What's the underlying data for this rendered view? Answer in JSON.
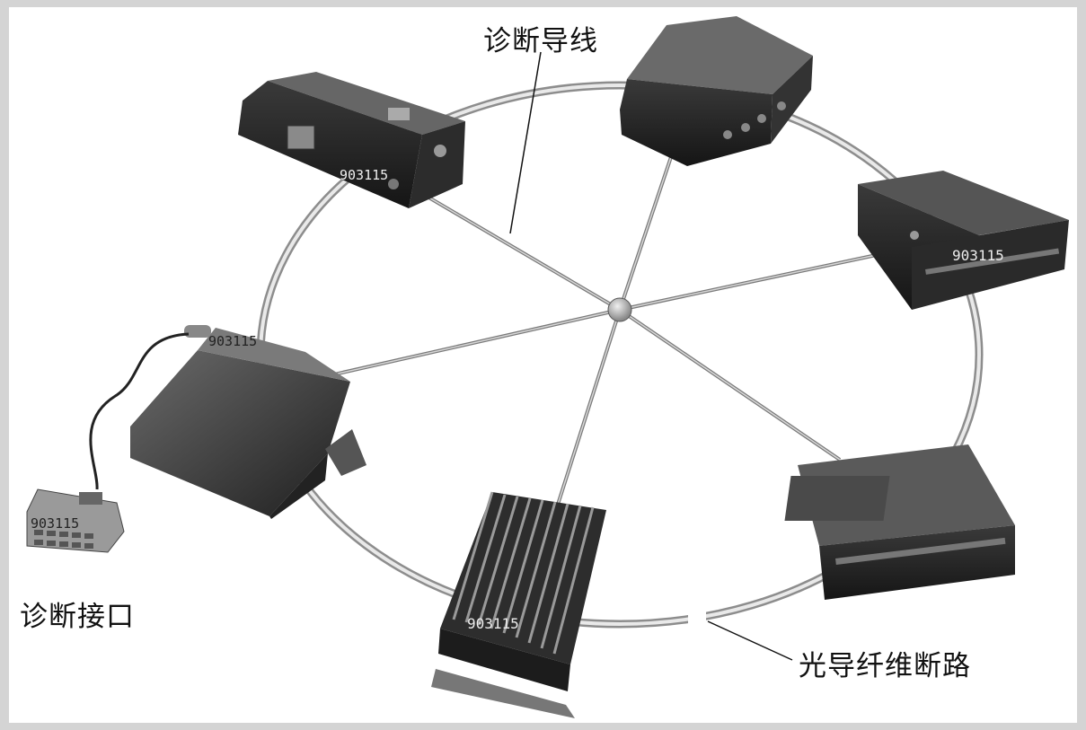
{
  "labels": {
    "diagnostic_wire": "诊断导线",
    "diagnostic_port": "诊断接口",
    "fiber_break": "光导纤维断路"
  },
  "module_codes": {
    "top_left": "903115",
    "right_upper": "903115",
    "left_ecu": "903115",
    "connector": "903115",
    "amplifier": "903115"
  }
}
